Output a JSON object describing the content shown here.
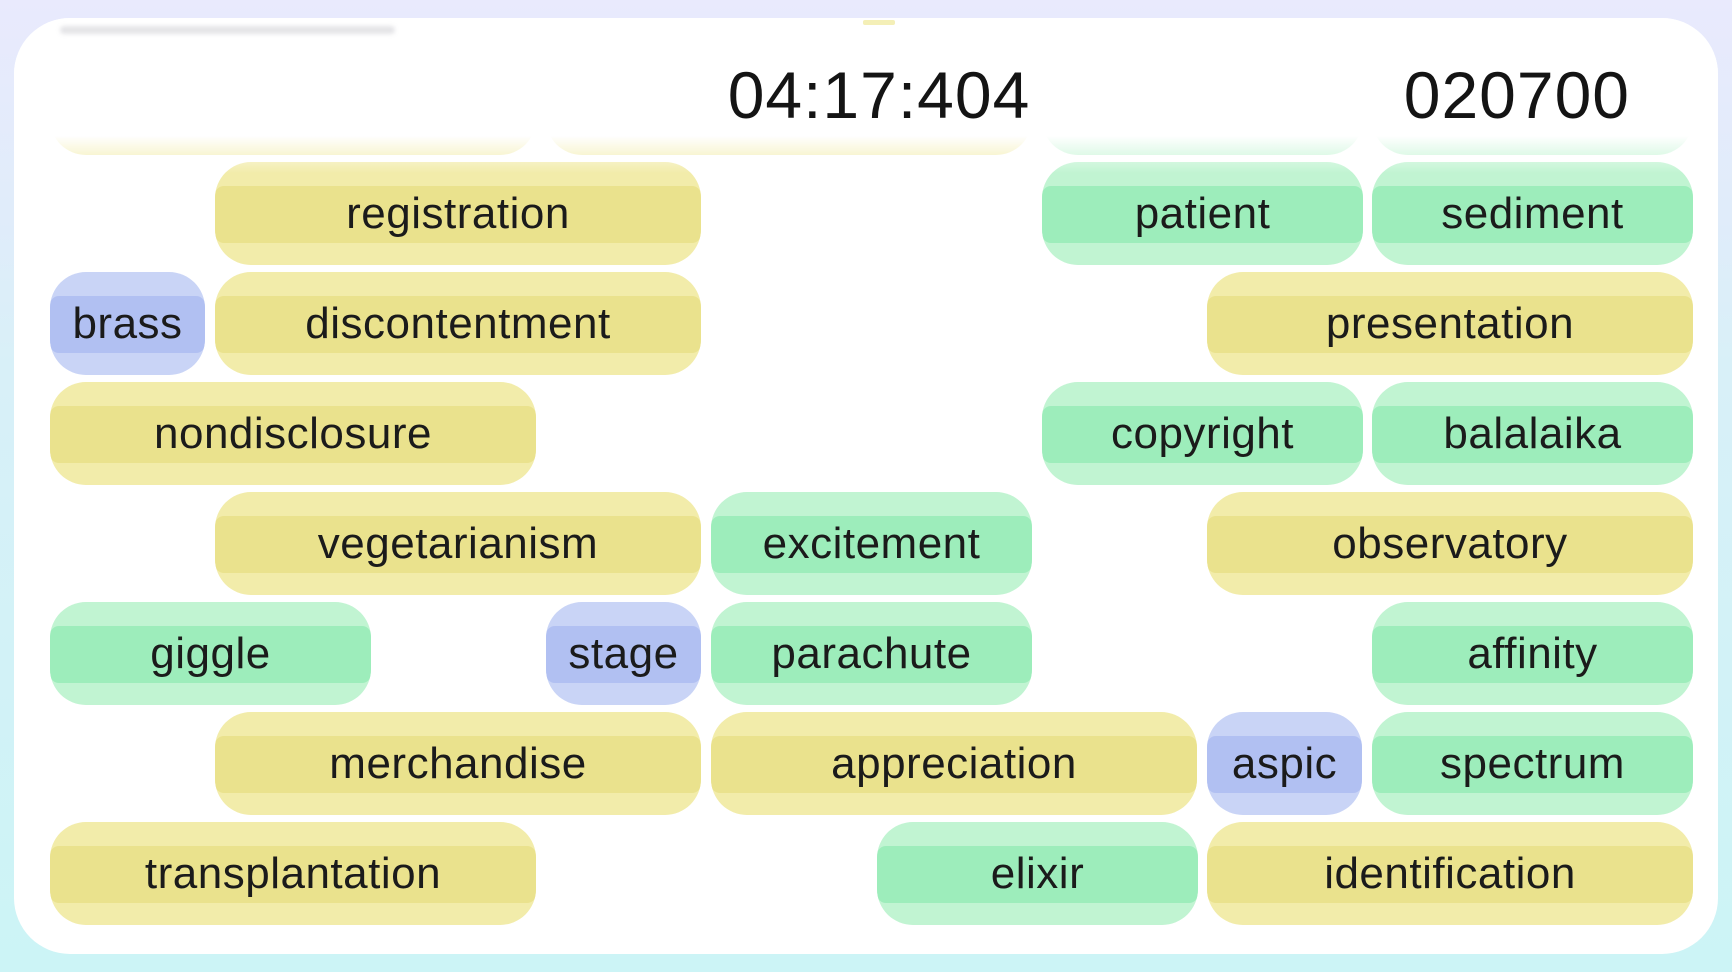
{
  "header": {
    "timer": "04:17:404",
    "score": "020700"
  },
  "colors": {
    "bg_top": "#e9eafd",
    "bg_bottom": "#ccf4f6",
    "card": "#ffffff",
    "text": "#1b1b1b",
    "yellow_light": "#f2ecaa",
    "yellow_band": "#eae28d",
    "green_light": "#c1f4d2",
    "green_band": "#9dedbb",
    "blue_light": "#c9d4f6",
    "blue_band": "#b1c0f2"
  },
  "board": {
    "columns": 10,
    "rows": [
      {
        "row": 0,
        "pills": [
          {
            "label": "",
            "color": "yellow",
            "col": 0,
            "span": 3
          },
          {
            "label": "",
            "color": "yellow",
            "col": 3,
            "span": 3
          },
          {
            "label": "",
            "color": "green",
            "col": 6,
            "span": 2
          },
          {
            "label": "",
            "color": "green",
            "col": 8,
            "span": 2
          }
        ]
      },
      {
        "row": 1,
        "pills": [
          {
            "label": "registration",
            "color": "yellow",
            "col": 1,
            "span": 3
          },
          {
            "label": "patient",
            "color": "green",
            "col": 6,
            "span": 2
          },
          {
            "label": "sediment",
            "color": "green",
            "col": 8,
            "span": 2
          }
        ]
      },
      {
        "row": 2,
        "pills": [
          {
            "label": "brass",
            "color": "blue",
            "col": 0,
            "span": 1
          },
          {
            "label": "discontentment",
            "color": "yellow",
            "col": 1,
            "span": 3
          },
          {
            "label": "presentation",
            "color": "yellow",
            "col": 7,
            "span": 3
          }
        ]
      },
      {
        "row": 3,
        "pills": [
          {
            "label": "nondisclosure",
            "color": "yellow",
            "col": 0,
            "span": 3
          },
          {
            "label": "copyright",
            "color": "green",
            "col": 6,
            "span": 2
          },
          {
            "label": "balalaika",
            "color": "green",
            "col": 8,
            "span": 2
          }
        ]
      },
      {
        "row": 4,
        "pills": [
          {
            "label": "vegetarianism",
            "color": "yellow",
            "col": 1,
            "span": 3
          },
          {
            "label": "excitement",
            "color": "green",
            "col": 4,
            "span": 2
          },
          {
            "label": "observatory",
            "color": "yellow",
            "col": 7,
            "span": 3
          }
        ]
      },
      {
        "row": 5,
        "pills": [
          {
            "label": "giggle",
            "color": "green",
            "col": 0,
            "span": 2
          },
          {
            "label": "stage",
            "color": "blue",
            "col": 3,
            "span": 1
          },
          {
            "label": "parachute",
            "color": "green",
            "col": 4,
            "span": 2
          },
          {
            "label": "affinity",
            "color": "green",
            "col": 8,
            "span": 2
          }
        ]
      },
      {
        "row": 6,
        "pills": [
          {
            "label": "merchandise",
            "color": "yellow",
            "col": 1,
            "span": 3
          },
          {
            "label": "appreciation",
            "color": "yellow",
            "col": 4,
            "span": 3
          },
          {
            "label": "aspic",
            "color": "blue",
            "col": 7,
            "span": 1
          },
          {
            "label": "spectrum",
            "color": "green",
            "col": 8,
            "span": 2
          }
        ]
      },
      {
        "row": 7,
        "pills": [
          {
            "label": "transplantation",
            "color": "yellow",
            "col": 0,
            "span": 3
          },
          {
            "label": "elixir",
            "color": "green",
            "col": 5,
            "span": 2
          },
          {
            "label": "identification",
            "color": "yellow",
            "col": 7,
            "span": 3
          }
        ]
      }
    ]
  }
}
